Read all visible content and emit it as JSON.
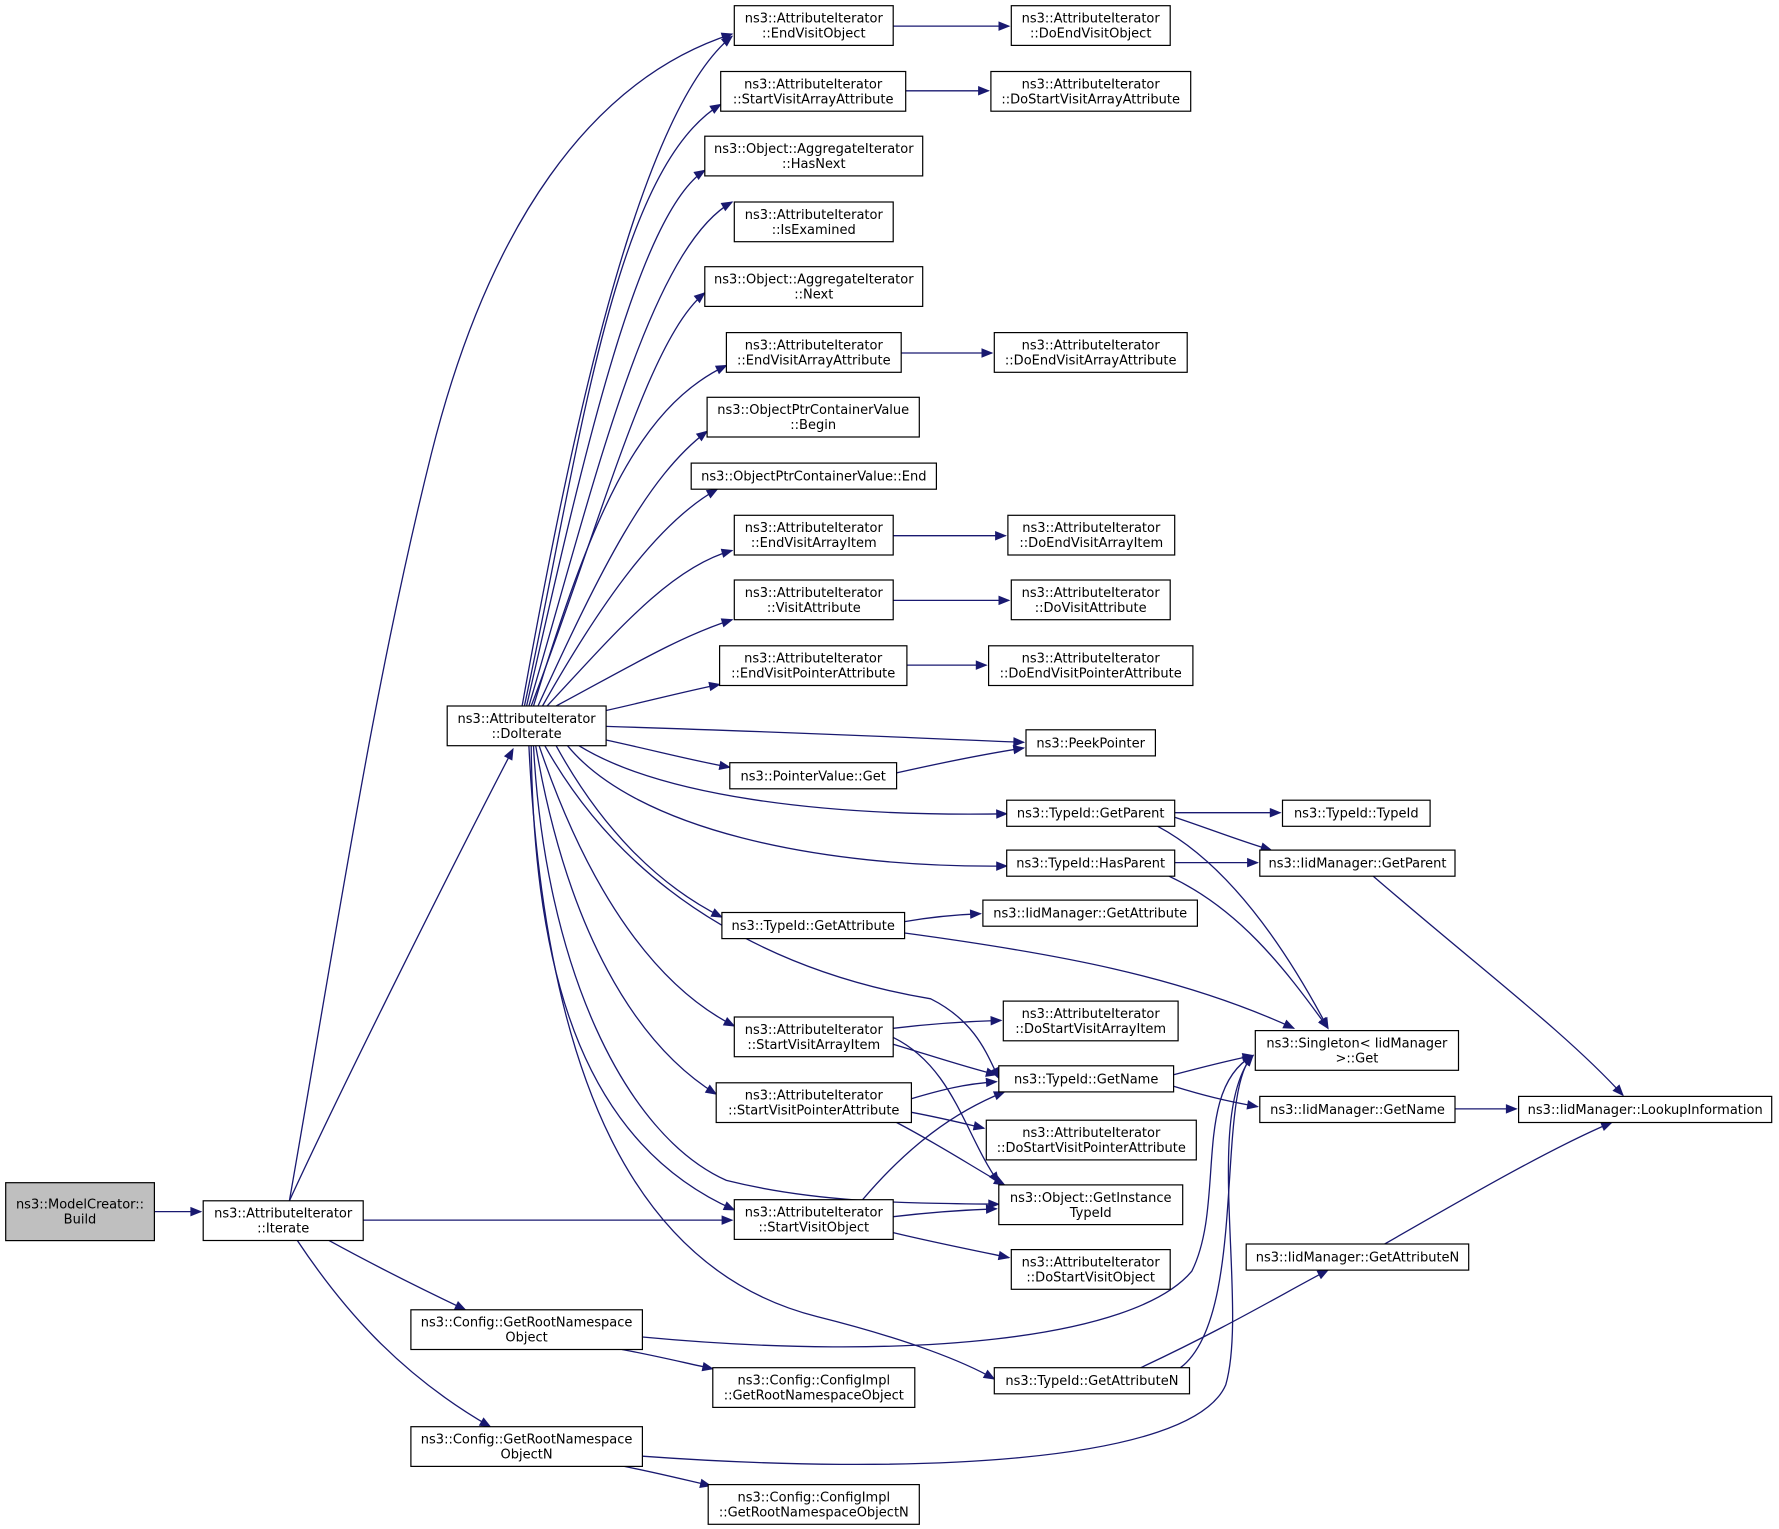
{
  "diagram": {
    "type": "call-graph",
    "edge_color": "#191970",
    "root_fill": "#bfbfbf",
    "nodes": {
      "build": [
        "ns3::ModelCreator::",
        "Build"
      ],
      "iterate": [
        "ns3::AttributeIterator",
        "::Iterate"
      ],
      "doiterate": [
        "ns3::AttributeIterator",
        "::DoIterate"
      ],
      "cfg_grno": [
        "ns3::Config::GetRootNamespace",
        "Object"
      ],
      "cfg_grnon": [
        "ns3::Config::GetRootNamespace",
        "ObjectN"
      ],
      "evo": [
        "ns3::AttributeIterator",
        "::EndVisitObject"
      ],
      "svaa": [
        "ns3::AttributeIterator",
        "::StartVisitArrayAttribute"
      ],
      "agg_hasnext": [
        "ns3::Object::AggregateIterator",
        "::HasNext"
      ],
      "isexamined": [
        "ns3::AttributeIterator",
        "::IsExamined"
      ],
      "agg_next": [
        "ns3::Object::AggregateIterator",
        "::Next"
      ],
      "evaa": [
        "ns3::AttributeIterator",
        "::EndVisitArrayAttribute"
      ],
      "optr_begin": [
        "ns3::ObjectPtrContainerValue",
        "::Begin"
      ],
      "optr_end": [
        "ns3::ObjectPtrContainerValue::End"
      ],
      "evai": [
        "ns3::AttributeIterator",
        "::EndVisitArrayItem"
      ],
      "va": [
        "ns3::AttributeIterator",
        "::VisitAttribute"
      ],
      "evpa": [
        "ns3::AttributeIterator",
        "::EndVisitPointerAttribute"
      ],
      "pv_get": [
        "ns3::PointerValue::Get"
      ],
      "ti_getattr": [
        "ns3::TypeId::GetAttribute"
      ],
      "svai": [
        "ns3::AttributeIterator",
        "::StartVisitArrayItem"
      ],
      "svpa": [
        "ns3::AttributeIterator",
        "::StartVisitPointerAttribute"
      ],
      "svo": [
        "ns3::AttributeIterator",
        "::StartVisitObject"
      ],
      "ci_grno": [
        "ns3::Config::ConfigImpl",
        "::GetRootNamespaceObject"
      ],
      "ci_grnon": [
        "ns3::Config::ConfigImpl",
        "::GetRootNamespaceObjectN"
      ],
      "devo": [
        "ns3::AttributeIterator",
        "::DoEndVisitObject"
      ],
      "dsvaa": [
        "ns3::AttributeIterator",
        "::DoStartVisitArrayAttribute"
      ],
      "devaa": [
        "ns3::AttributeIterator",
        "::DoEndVisitArrayAttribute"
      ],
      "devai": [
        "ns3::AttributeIterator",
        "::DoEndVisitArrayItem"
      ],
      "dva": [
        "ns3::AttributeIterator",
        "::DoVisitAttribute"
      ],
      "devpa": [
        "ns3::AttributeIterator",
        "::DoEndVisitPointerAttribute"
      ],
      "peekpointer": [
        "ns3::PeekPointer"
      ],
      "ti_getparent": [
        "ns3::TypeId::GetParent"
      ],
      "ti_hasparent": [
        "ns3::TypeId::HasParent"
      ],
      "iid_getattr": [
        "ns3::IidManager::GetAttribute"
      ],
      "dsvai": [
        "ns3::AttributeIterator",
        "::DoStartVisitArrayItem"
      ],
      "ti_getname": [
        "ns3::TypeId::GetName"
      ],
      "dsvpa": [
        "ns3::AttributeIterator",
        "::DoStartVisitPointerAttribute"
      ],
      "obj_git": [
        "ns3::Object::GetInstance",
        "TypeId"
      ],
      "dsvo": [
        "ns3::AttributeIterator",
        "::DoStartVisitObject"
      ],
      "ti_getattrn": [
        "ns3::TypeId::GetAttributeN"
      ],
      "ti_typeid": [
        "ns3::TypeId::TypeId"
      ],
      "iid_getparent": [
        "ns3::IidManager::GetParent"
      ],
      "singleton_get": [
        "ns3::Singleton< IidManager",
        ">::Get"
      ],
      "iid_getname": [
        "ns3::IidManager::GetName"
      ],
      "iid_getattrn": [
        "ns3::IidManager::GetAttributeN"
      ],
      "iid_lookup": [
        "ns3::IidManager::LookupInformation"
      ]
    }
  }
}
